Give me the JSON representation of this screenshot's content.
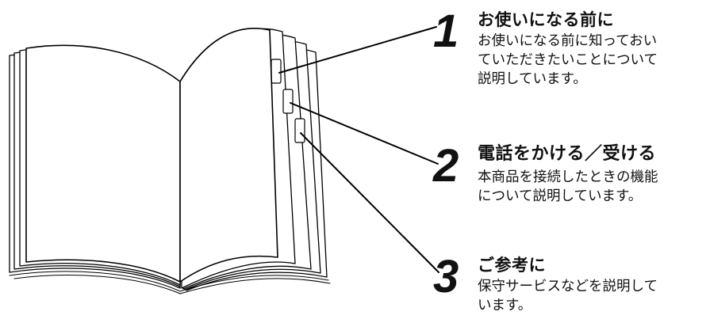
{
  "sections": [
    {
      "number": "1",
      "title": "お使いになる前に",
      "description": "お使いになる前に知っておい\nていただきたいことについて\n説明しています。"
    },
    {
      "number": "2",
      "title": "電話をかける／受ける",
      "description": "本商品を接続したときの機能\nについて説明しています。"
    },
    {
      "number": "3",
      "title": "ご参考に",
      "description": "保守サービスなどを説明して\nいます。"
    }
  ]
}
